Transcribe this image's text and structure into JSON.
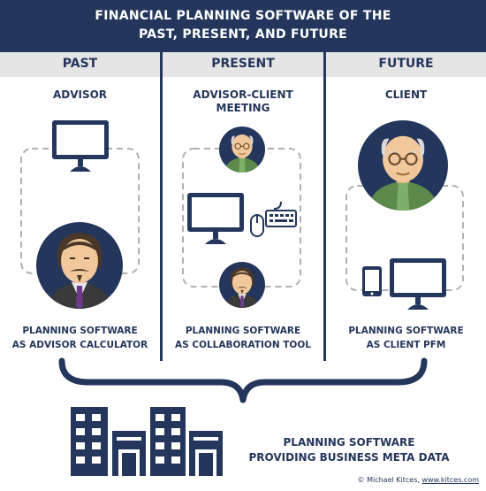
{
  "title": {
    "line1": "FINANCIAL PLANNING SOFTWARE OF THE",
    "line2": "PAST, PRESENT, AND FUTURE"
  },
  "columns": [
    {
      "header": "PAST",
      "sub_label": "ADVISOR",
      "caption_line1": "PLANNING SOFTWARE",
      "caption_line2": "AS ADVISOR CALCULATOR"
    },
    {
      "header": "PRESENT",
      "sub_label_line1": "ADVISOR-CLIENT",
      "sub_label_line2": "MEETING",
      "caption_line1": "PLANNING SOFTWARE",
      "caption_line2": "AS COLLABORATION TOOL"
    },
    {
      "header": "FUTURE",
      "sub_label": "CLIENT",
      "caption_line1": "PLANNING SOFTWARE",
      "caption_line2": "AS CLIENT PFM"
    }
  ],
  "bottom": {
    "caption_line1": "PLANNING SOFTWARE",
    "caption_line2": "PROVIDING BUSINESS META DATA"
  },
  "credit": {
    "prefix": "© Michael Kitces, ",
    "link": "www.kitces.com"
  },
  "colors": {
    "navy": "#24365c",
    "header_gray": "#e5e5e5",
    "dashed_gray": "#b0b0b0",
    "skin": "#f1c89c",
    "shirt_green": "#5b8a4a"
  },
  "icons": [
    "desktop-monitor-icon",
    "advisor-avatar-icon",
    "client-avatar-icon",
    "keyboard-icon",
    "mouse-icon",
    "tablet-icon",
    "curly-brace-icon",
    "buildings-icon"
  ]
}
